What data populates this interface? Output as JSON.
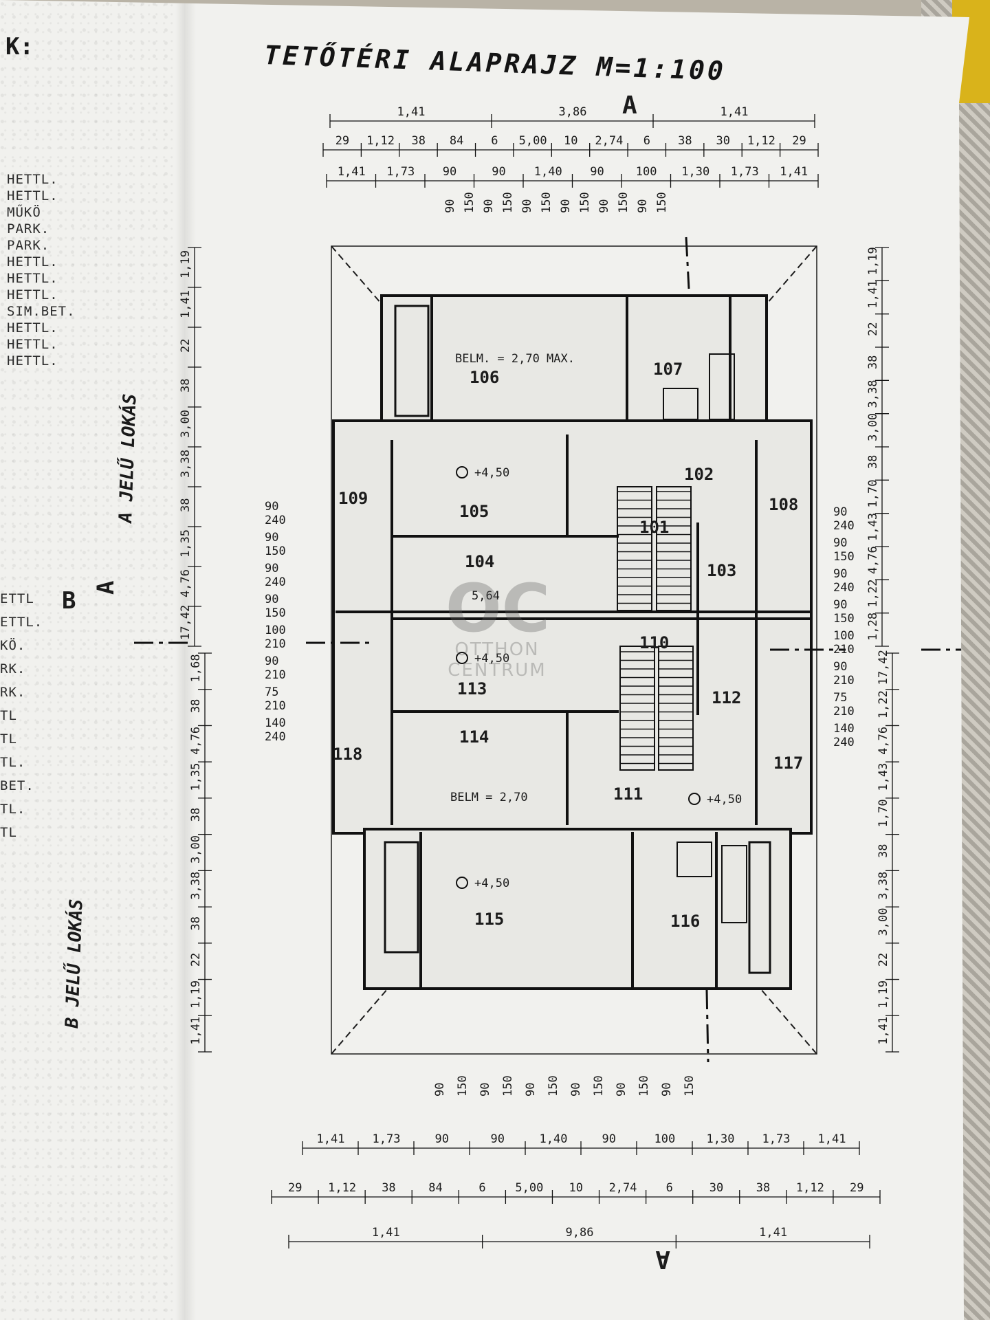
{
  "title": "TETŐTÉRI ALAPRAJZ M=1:100",
  "corner_mark": "K:",
  "legend_left": [
    "HETTL.",
    "HETTL.",
    "MŰKÖ",
    "PARK.",
    "PARK.",
    "HETTL.",
    "HETTL.",
    "HETTL.",
    "SIM.BET.",
    "HETTL.",
    "HETTL.",
    "HETTL.",
    "ETTL",
    "ETTL.",
    "KÖ.",
    "RK.",
    "RK.",
    "TL",
    "TL",
    "TL.",
    "BET.",
    "TL.",
    "TL"
  ],
  "section_markers": {
    "a": "A",
    "b": "B"
  },
  "side_labels": {
    "left_top": "A JELŰ LOKÁS",
    "left_bottom": "B JELŰ LOKÁS"
  },
  "rooms": [
    {
      "id": "106",
      "note": "BELM. = 2,70 MAX."
    },
    {
      "id": "107"
    },
    {
      "id": "102"
    },
    {
      "id": "109"
    },
    {
      "id": "105",
      "level": "+4,50"
    },
    {
      "id": "101"
    },
    {
      "id": "108"
    },
    {
      "id": "104",
      "area": "5,64"
    },
    {
      "id": "103"
    },
    {
      "id": "110"
    },
    {
      "id": "113",
      "level": "+4,50"
    },
    {
      "id": "112"
    },
    {
      "id": "114"
    },
    {
      "id": "118"
    },
    {
      "id": "117"
    },
    {
      "id": "111",
      "level": "+4,50"
    },
    {
      "id": "115",
      "level": "+4,50",
      "note": "BELM = 2,70"
    },
    {
      "id": "116"
    }
  ],
  "dims_top_row1": [
    "1,41",
    "3,86",
    "1,41"
  ],
  "dims_top_row2": [
    "29",
    "1,12",
    "38",
    "84",
    "6",
    "5,00",
    "10",
    "2,74",
    "6",
    "38",
    "30",
    "1,12",
    "29"
  ],
  "dims_top_row3": [
    "1,41",
    "1,73",
    "90",
    "90",
    "1,40",
    "90",
    "100",
    "1,30",
    "1,73",
    "1,41"
  ],
  "dims_bottom_row1": [
    "1,41",
    "1,73",
    "90",
    "90",
    "1,40",
    "90",
    "100",
    "1,30",
    "1,73",
    "1,41"
  ],
  "dims_bottom_row2": [
    "29",
    "1,12",
    "38",
    "84",
    "6",
    "5,00",
    "10",
    "2,74",
    "6",
    "30",
    "38",
    "1,12",
    "29"
  ],
  "dims_bottom_row3": [
    "1,41",
    "9,86",
    "1,41"
  ],
  "dims_left": [
    "1,19",
    "1,41",
    "22",
    "38",
    "3,00",
    "3,38",
    "38",
    "1,35",
    "4,76",
    "17,42",
    "1,68",
    "38",
    "4,76",
    "1,35",
    "38",
    "3,00",
    "3,38",
    "38",
    "22",
    "1,19",
    "1,41"
  ],
  "dims_right": [
    "1,19",
    "1,41",
    "22",
    "38",
    "3,38",
    "3,00",
    "38",
    "1,70",
    "1,43",
    "4,76",
    "1,22",
    "1,28",
    "17,42",
    "1,22",
    "4,76",
    "1,43",
    "1,70",
    "38",
    "3,38",
    "3,00",
    "22",
    "1,19",
    "1,41"
  ],
  "window_dims": [
    "90",
    "150",
    "90",
    "150",
    "90",
    "150",
    "90",
    "150",
    "90",
    "150",
    "90",
    "150"
  ],
  "door_dims": [
    "90/240",
    "90/150",
    "90/240",
    "90/150",
    "100/210",
    "90/210",
    "75/210",
    "140/240"
  ],
  "watermark": {
    "logo": "OC",
    "line1": "OTTHON",
    "line2": "CENTRUM"
  }
}
